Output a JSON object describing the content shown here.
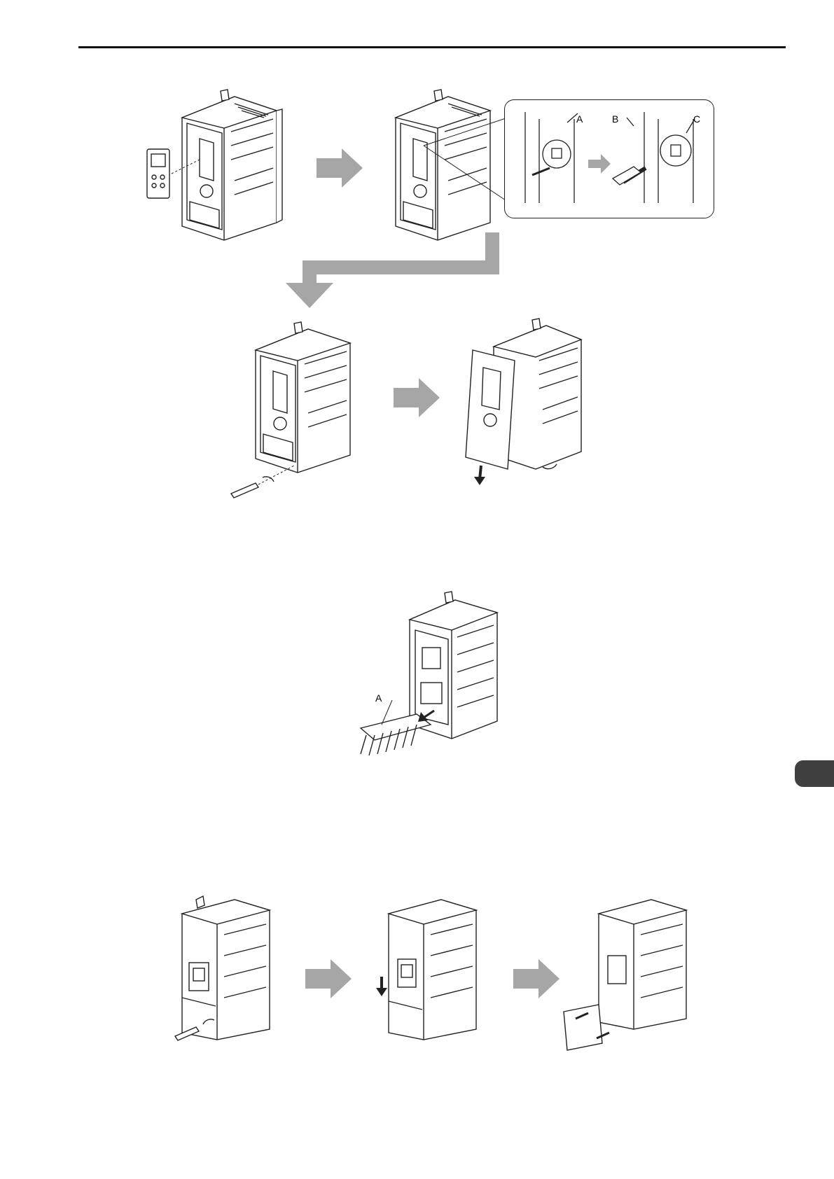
{
  "callout_labels": {
    "a": "A",
    "b": "B",
    "c": "C"
  },
  "figure2_label": "A",
  "colors": {
    "arrow": "#a6a6a6",
    "ink": "#222222",
    "tab": "#404040"
  }
}
